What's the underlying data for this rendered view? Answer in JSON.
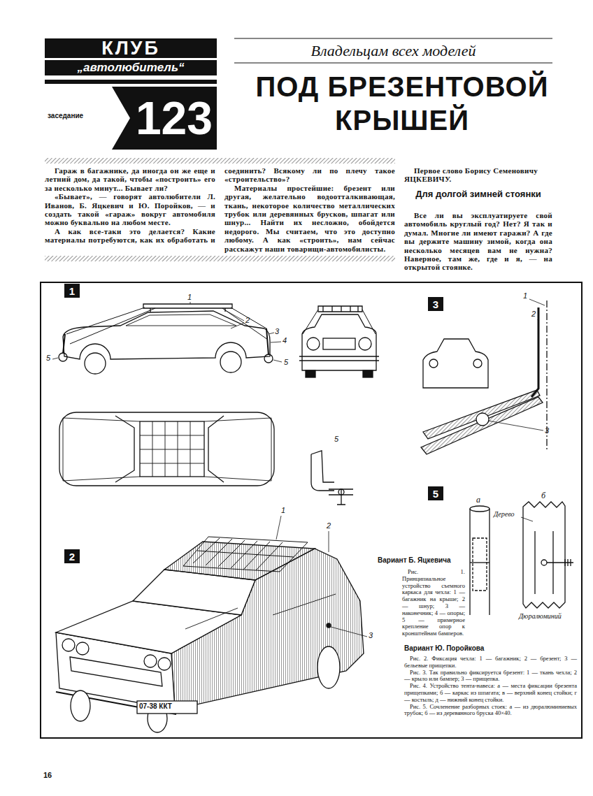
{
  "diagram": {
    "title": "ПОД БРЕЗЕНТОВОЙ КРЫШЕЙ",
    "nodes": [
      {
        "text": [
          "КЛУБ"
        ]
      },
      {
        "text": [
          "„автолюбитель“"
        ]
      },
      {
        "text": [
          "123"
        ]
      },
      {
        "text": [
          "Владельцам всех моделей"
        ]
      },
      {
        "text": [
          "1"
        ]
      },
      {
        "text": [
          "3"
        ]
      },
      {
        "text": [
          "2"
        ]
      },
      {
        "text": [
          "5"
        ]
      }
    ],
    "labels": [
      "заседание",
      "Гараж в багажнике, да иногда он же еще и летний дом, да такой, чтобы «построить» его за несколько минут... Бывает ли?",
      "«Бывает», — говорят автолюбители Л. Иванов, Б. Яцкевич и Ю. Поройков, — и создать такой «гараж» вокруг автомобиля можно буквально на любом месте.",
      "А как все-таки это делается? Какие материалы потребуются, как их обработать и соединить? Всякому ли по плечу такое «строительство»?",
      "Материалы простейшие: брезент или другая, желательно водоотталкивающая, ткань, некоторое количество металлических трубок или деревянных брусков, шпагат или шнур... Найти их несложно, обойдется недорого. Мы считаем, что это доступно любому. А как «строить», нам сейчас расскажут наши товарищи-автомобилисты.",
      "Первое слово Борису Семеновичу ЯЦКЕВИЧУ.",
      "Для долгой зимней стоянки",
      "Все ли вы эксплуатируете свой автомобиль круглый год? Нет? Я так и думал. Многие ли имеют гаражи? А где вы держите машину зимой, когда она несколько месяцев вам не нужна? Наверное, там же, где и я, — на открытой стоянке.",
      "1",
      "2",
      "3",
      "4",
      "5",
      "5",
      "5",
      "1",
      "2",
      "3",
      "1",
      "2",
      "3",
      "07-38 ККТ",
      "а",
      "б",
      "Дерево",
      "Дюралюминий",
      "Вариант Б. Яцкевича",
      "Рис. 1. Принципиальное устройство съемного каркаса для чехла: 1 — багажник на крыше; 2 — шнур; 3 — наконечник; 4 — опоры; 5 — примерное крепление опор к кронштейнам бамперов.",
      "Вариант Ю. Поройкова",
      "Рис. 2. Фиксация чехла: 1 — багажник; 2 — брезент; 3 — бельевые прищепки.",
      "Рис. 3. Так правильно фиксируется брезент: 1 — ткань чехла; 2 — крыло или бампер; 3 — прищепка.",
      "Рис. 4. Устройство тента-навеса: а — места фиксации брезента прищепками; б — каркас из шпагата; в — верхний конец стойки; г — костыль; д — нижний конец стойки.",
      "Рис. 5. Сочленение разборных стоек: а — из дюралюминиевых трубок; б — из деревянного бруска 40×40.",
      "16"
    ]
  }
}
